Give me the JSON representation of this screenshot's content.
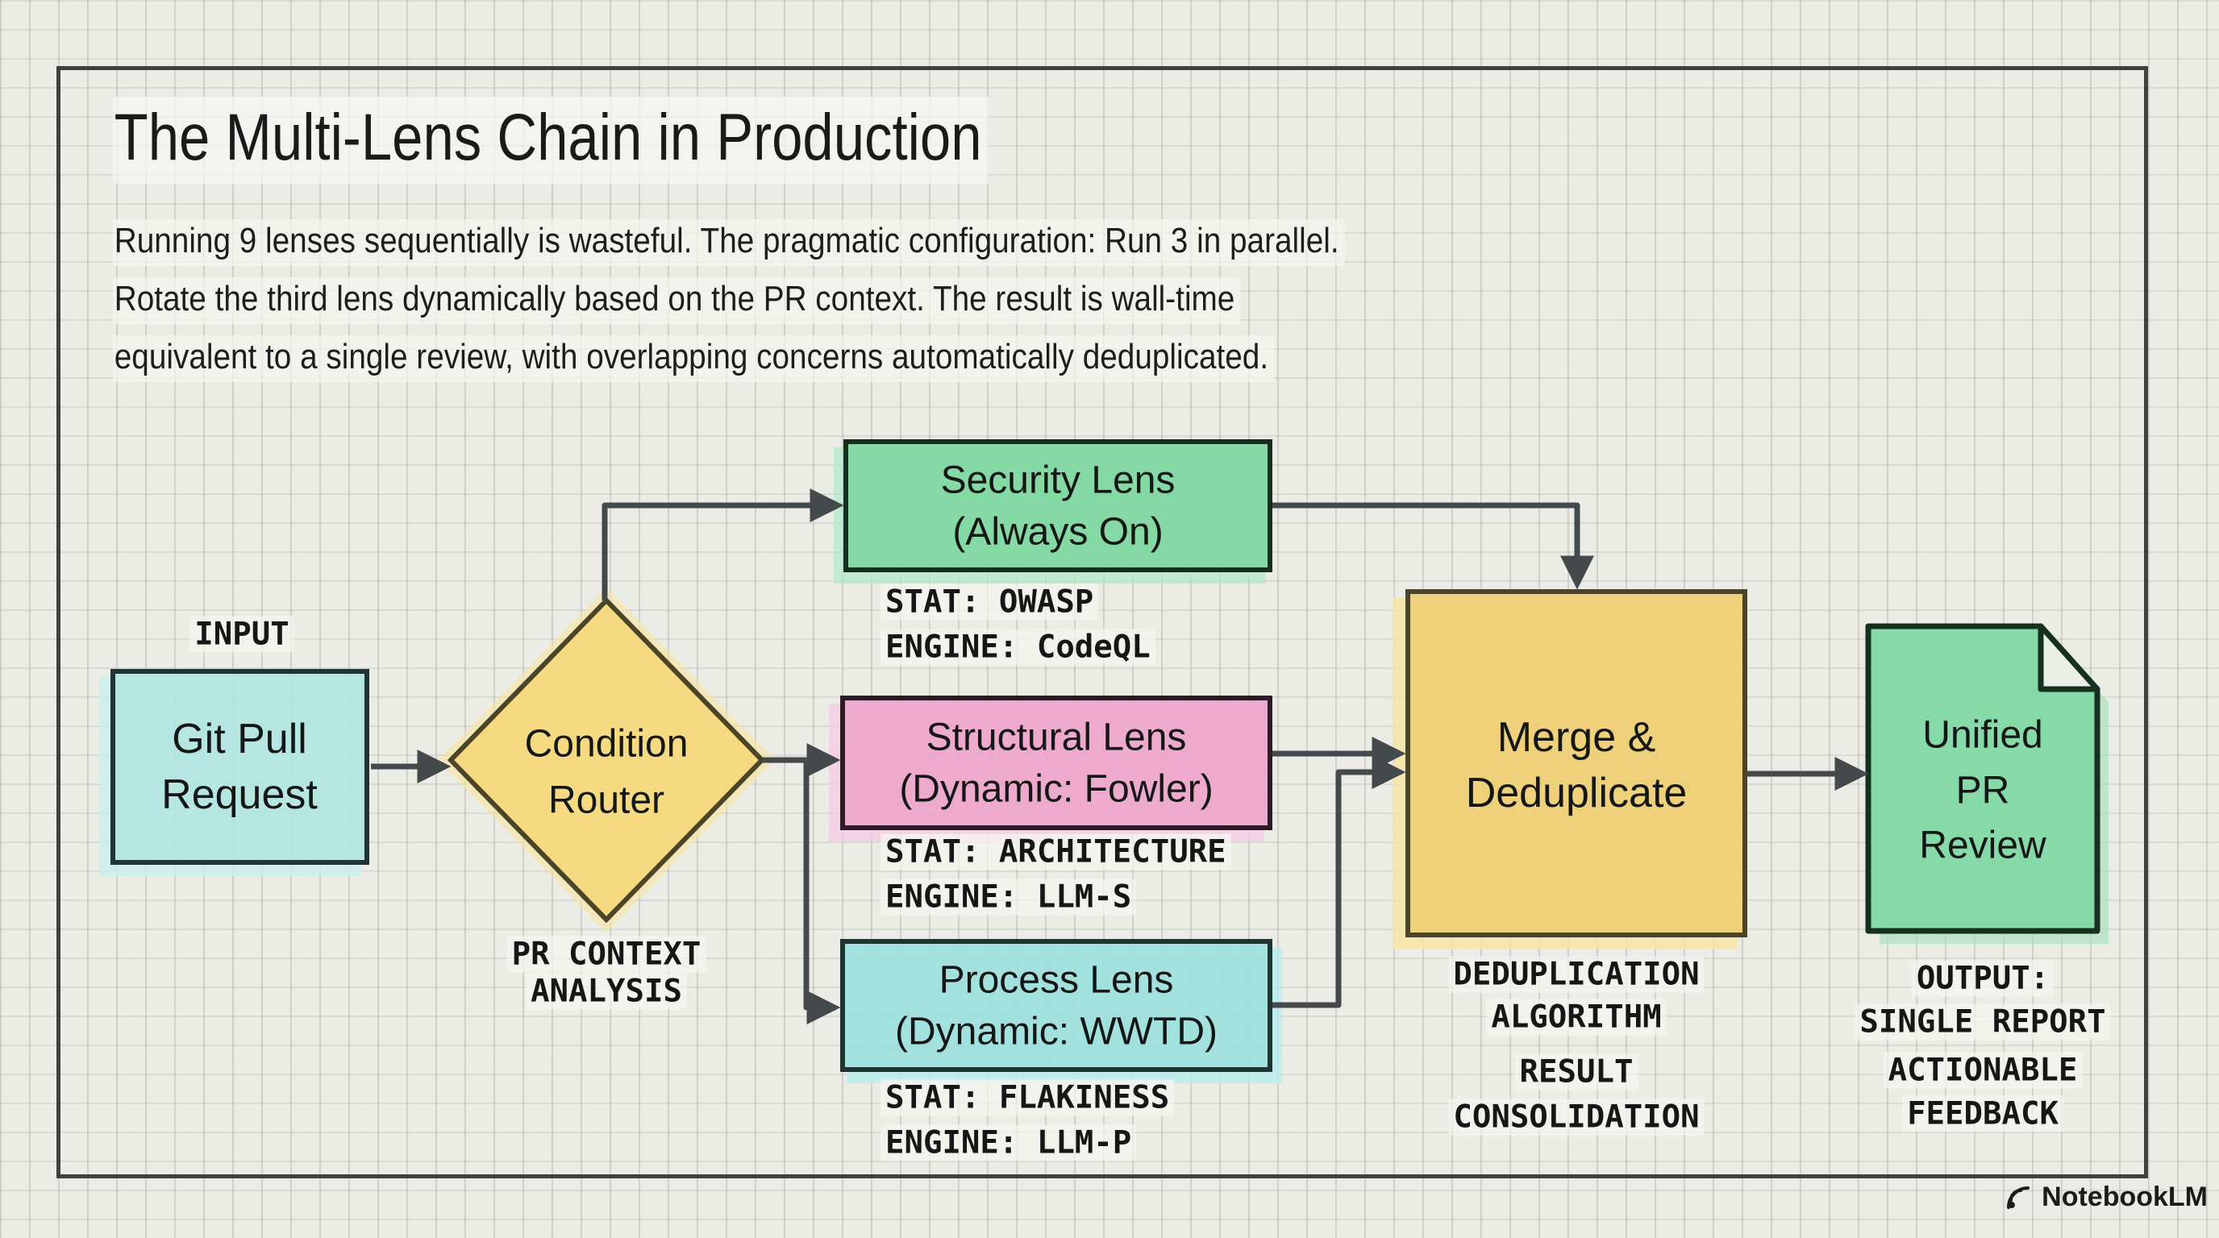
{
  "title": "The Multi-Lens Chain in Production",
  "description": {
    "line1": "Running 9 lenses sequentially is wasteful. The pragmatic configuration: Run 3 in parallel.",
    "line2": "Rotate the third lens dynamically based on the PR context. The result is wall-time",
    "line3": "equivalent to a single review, with overlapping concerns automatically deduplicated."
  },
  "diagram": {
    "input": {
      "caption": "INPUT",
      "node_line1": "Git Pull",
      "node_line2": "Request"
    },
    "router": {
      "node_line1": "Condition",
      "node_line2": "Router",
      "caption_line1": "PR CONTEXT",
      "caption_line2": "ANALYSIS"
    },
    "security": {
      "node_line1": "Security Lens",
      "node_line2": "(Always On)",
      "stat": "STAT: OWASP",
      "engine": "ENGINE: CodeQL"
    },
    "structural": {
      "node_line1": "Structural Lens",
      "node_line2": "(Dynamic: Fowler)",
      "stat": "STAT: ARCHITECTURE",
      "engine": "ENGINE: LLM-S"
    },
    "process": {
      "node_line1": "Process Lens",
      "node_line2": "(Dynamic: WWTD)",
      "stat": "STAT: FLAKINESS",
      "engine": "ENGINE: LLM-P"
    },
    "merge": {
      "node_line1": "Merge &",
      "node_line2": "Deduplicate",
      "caption_line1": "DEDUPLICATION",
      "caption_line2": "ALGORITHM",
      "caption_line3": "RESULT",
      "caption_line4": "CONSOLIDATION"
    },
    "output": {
      "node_line1": "Unified",
      "node_line2": "PR",
      "node_line3": "Review",
      "caption_line1": "OUTPUT:",
      "caption_line2": "SINGLE REPORT",
      "caption_line3": "ACTIONABLE",
      "caption_line4": "FEEDBACK"
    }
  },
  "watermark": "NotebookLM",
  "colors": {
    "paper": "#ecece6",
    "grid_line": "#8c918a",
    "frame": "#3d423e",
    "arrow": "#44494b",
    "cyan_fill": "#b0e5e0",
    "green_fill": "#7fd8a1",
    "pink_fill": "#eda6ca",
    "yellow_fill": "#f0d075",
    "diamond_fill": "#f6d97d",
    "text": "#161616"
  }
}
